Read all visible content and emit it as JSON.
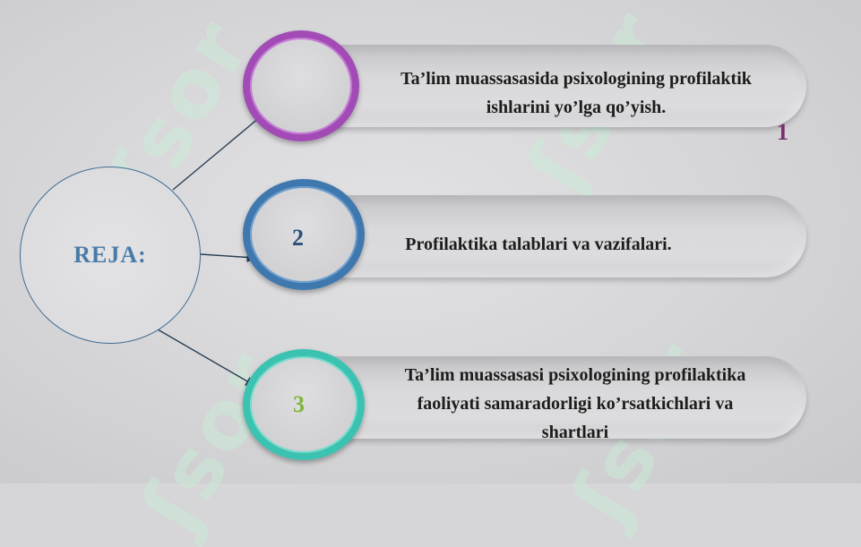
{
  "diagram": {
    "center_label": "REJA:",
    "items": [
      {
        "number": "1",
        "text_line1": "Ta’lim muassasasida psixologining profilaktik",
        "text_line2": "ishlarini yo’lga qo’yish.",
        "text_line3": "",
        "color": "#a24bb6",
        "number_color": "#7a2e70"
      },
      {
        "number": "2",
        "text_line1": "Profilaktika talablari va vazifalari.",
        "text_line2": "",
        "text_line3": "",
        "color": "#3f78ae",
        "number_color": "#2c4f7a"
      },
      {
        "number": "3",
        "text_line1": "Ta’lim muassasasi psixologining profilaktika",
        "text_line2": "faoliyati samaradorligi ko’rsatkichlari va",
        "text_line3": "shartlari",
        "color": "#3cc2b0",
        "number_color": "#7fb63a"
      }
    ]
  }
}
